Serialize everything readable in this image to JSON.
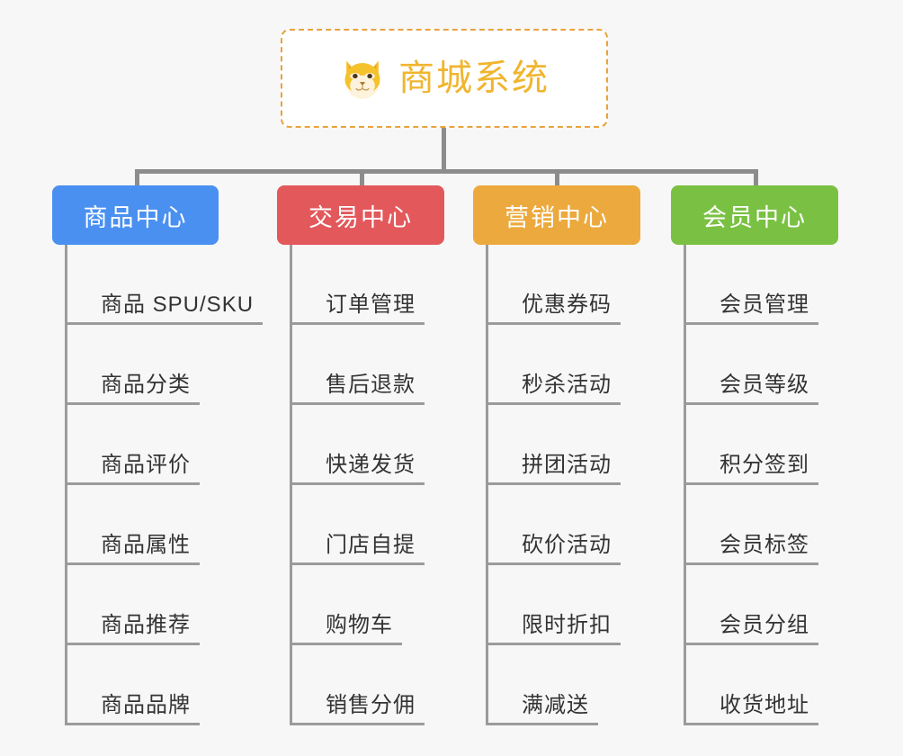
{
  "root": {
    "title": "商城系统",
    "icon": "shiba-dog-icon",
    "border_color": "#e8a33d",
    "text_color": "#f0b52e",
    "background": "#ffffff"
  },
  "page": {
    "background": "#f7f7f7",
    "connector_color": "#8c8c8c",
    "leaf_line_color": "#9b9b9b",
    "leaf_text_color": "#333333"
  },
  "categories": [
    {
      "label": "商品中心",
      "color": "#4a90f0",
      "items": [
        "商品 SPU/SKU",
        "商品分类",
        "商品评价",
        "商品属性",
        "商品推荐",
        "商品品牌"
      ]
    },
    {
      "label": "交易中心",
      "color": "#e2585b",
      "items": [
        "订单管理",
        "售后退款",
        "快递发货",
        "门店自提",
        "购物车",
        "销售分佣"
      ]
    },
    {
      "label": "营销中心",
      "color": "#eca93d",
      "items": [
        "优惠券码",
        "秒杀活动",
        "拼团活动",
        "砍价活动",
        "限时折扣",
        "满减送"
      ]
    },
    {
      "label": "会员中心",
      "color": "#77c councils"
    }
  ]
}
